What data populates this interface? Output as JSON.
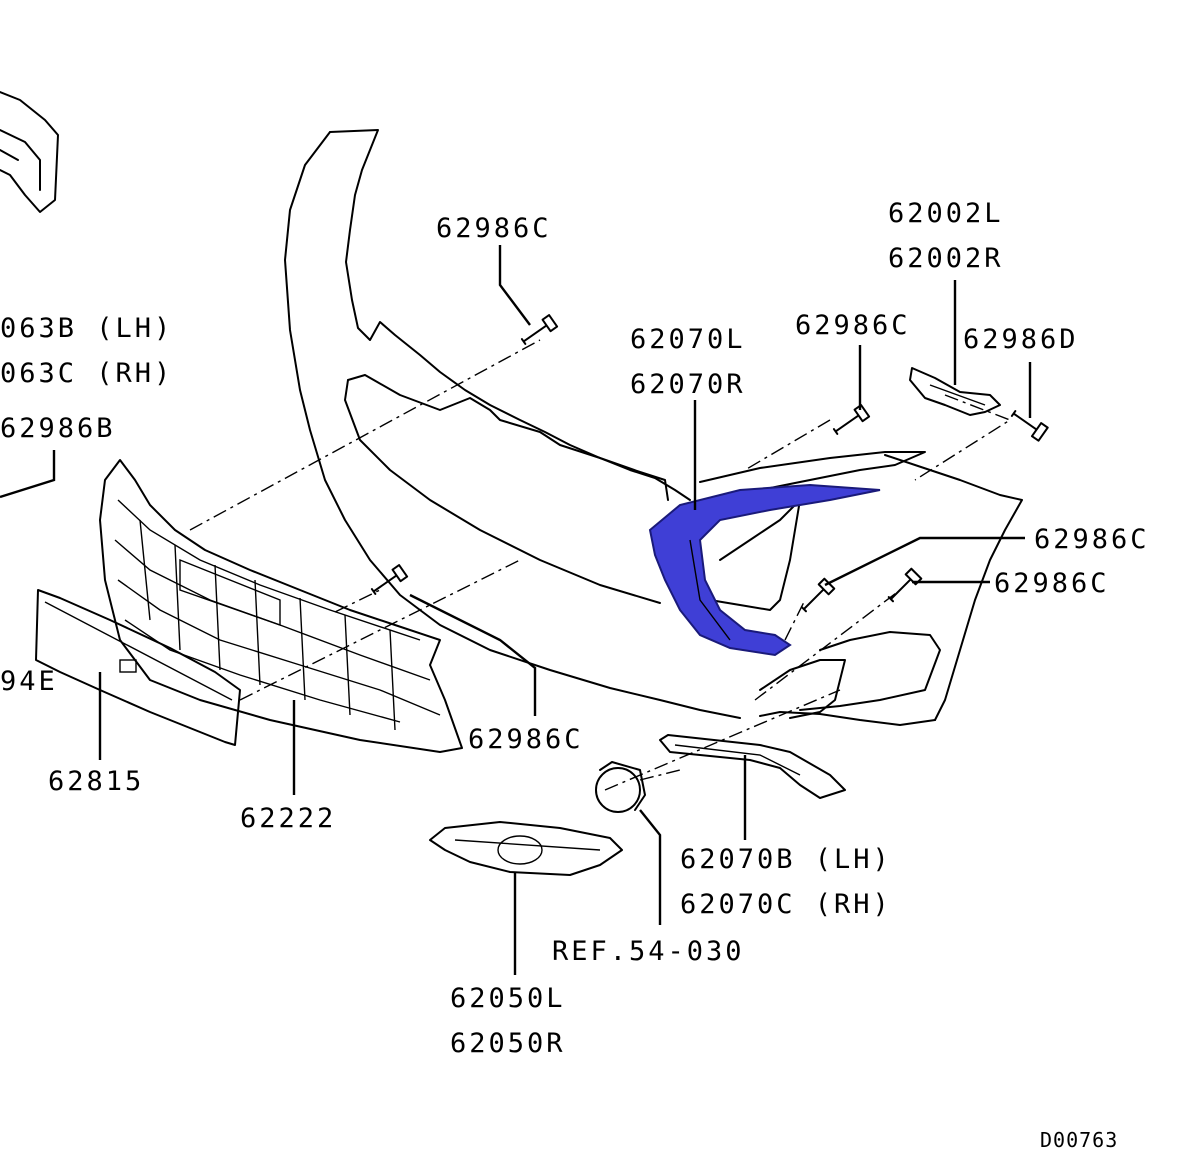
{
  "diagram_id": "D00763",
  "highlight_color": "#3f3fd6",
  "labels": {
    "l_63b_lh": "063B (LH)",
    "l_63c_rh": "063C (RH)",
    "l_62986b": "62986B",
    "l_94e": "94E",
    "l_62815": "62815",
    "l_62222": "62222",
    "l_62986c_top": "62986C",
    "l_62986c_mid": "62986C",
    "l_62986c_lower": "62986C",
    "l_62986c_right1": "62986C",
    "l_62986c_right2": "62986C",
    "l_62070l": "62070L",
    "l_62070r": "62070R",
    "l_62002l": "62002L",
    "l_62002r": "62002R",
    "l_62986d": "62986D",
    "l_62070b": "62070B (LH)",
    "l_62070c": "62070C (RH)",
    "l_ref": "REF.54-030",
    "l_62050l": "62050L",
    "l_62050r": "62050R"
  }
}
